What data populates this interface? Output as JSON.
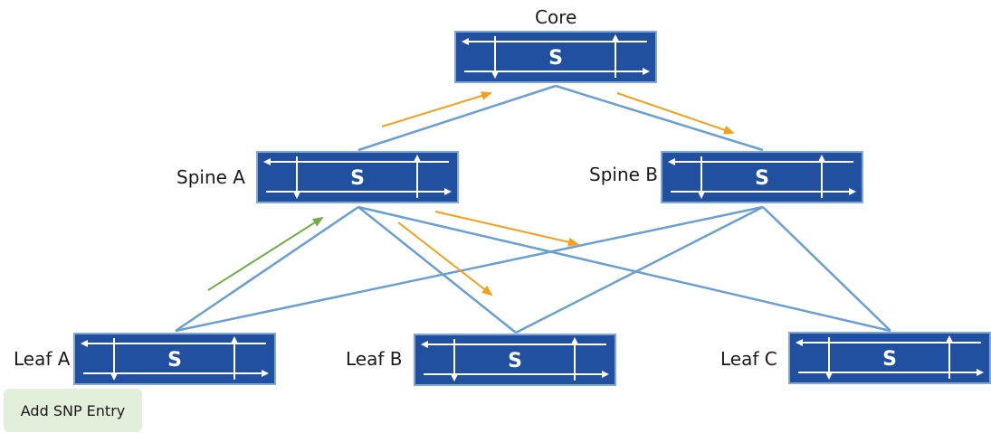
{
  "nodes": {
    "core": {
      "label": "Core",
      "symbol": "S"
    },
    "spineA": {
      "label": "Spine A",
      "symbol": "S"
    },
    "spineB": {
      "label": "Spine B",
      "symbol": "S"
    },
    "leafA": {
      "label": "Leaf A",
      "symbol": "S"
    },
    "leafB": {
      "label": "Leaf B",
      "symbol": "S"
    },
    "leafC": {
      "label": "Leaf C",
      "symbol": "S"
    }
  },
  "colors": {
    "switch_fill": "#2150a0",
    "link": "#6a9fd4",
    "arrow_orange": "#f5a01a",
    "arrow_green": "#70ad47",
    "button_bg": "#e2efda"
  },
  "actions": {
    "add_label": "Add SNP Entry"
  }
}
